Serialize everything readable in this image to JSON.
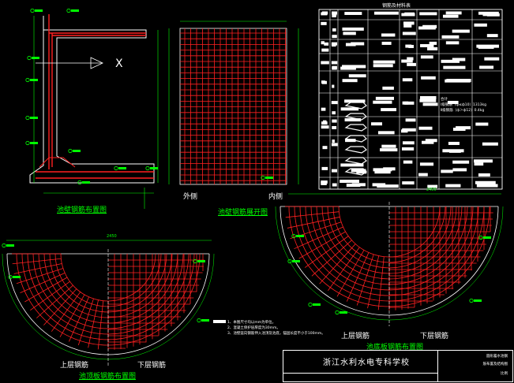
{
  "drawing_titles": {
    "wall_section": "池壁钢筋布置图",
    "wall_elevation": "池壁钢筋展开图",
    "roof_plan": "池顶板钢筋布置图",
    "bottom_plan": "池底板钢筋布置图"
  },
  "elevation_side_labels": {
    "outer": "外侧",
    "inner": "内侧"
  },
  "layer_labels": {
    "upper": "上层钢筋",
    "lower": "下层钢筋"
  },
  "axis_marker": "X",
  "dimensions": {
    "bottom_plan_top": "2450",
    "roof_plan_top": "2450"
  },
  "table": {
    "title": "钢筋及材料表",
    "summary_label": "合计",
    "steel_line_1": "Ⅰ级钢筋（ф≤ф10）1313kg",
    "steel_line_2": "Ⅱ级钢筋（ф＞ф12）0.4kg"
  },
  "notes": [
    "1、本图尺寸均以mm为单位。",
    "2、混凝土保护层厚度为30mm。",
    "3、池壁竖向钢筋伸入池顶及池底，锚固长度不小于100mm。"
  ],
  "title_block": {
    "school": "浙江水利水电专科学校",
    "right_1": "圆形蓄水池钢",
    "right_2": "筋布置及结构图",
    "right_3": "比例"
  },
  "colors": {
    "rebar": "#ff2020",
    "outline": "#ffffff",
    "dimension": "#00ff00",
    "text": "#00ff00",
    "background": "#000000"
  }
}
